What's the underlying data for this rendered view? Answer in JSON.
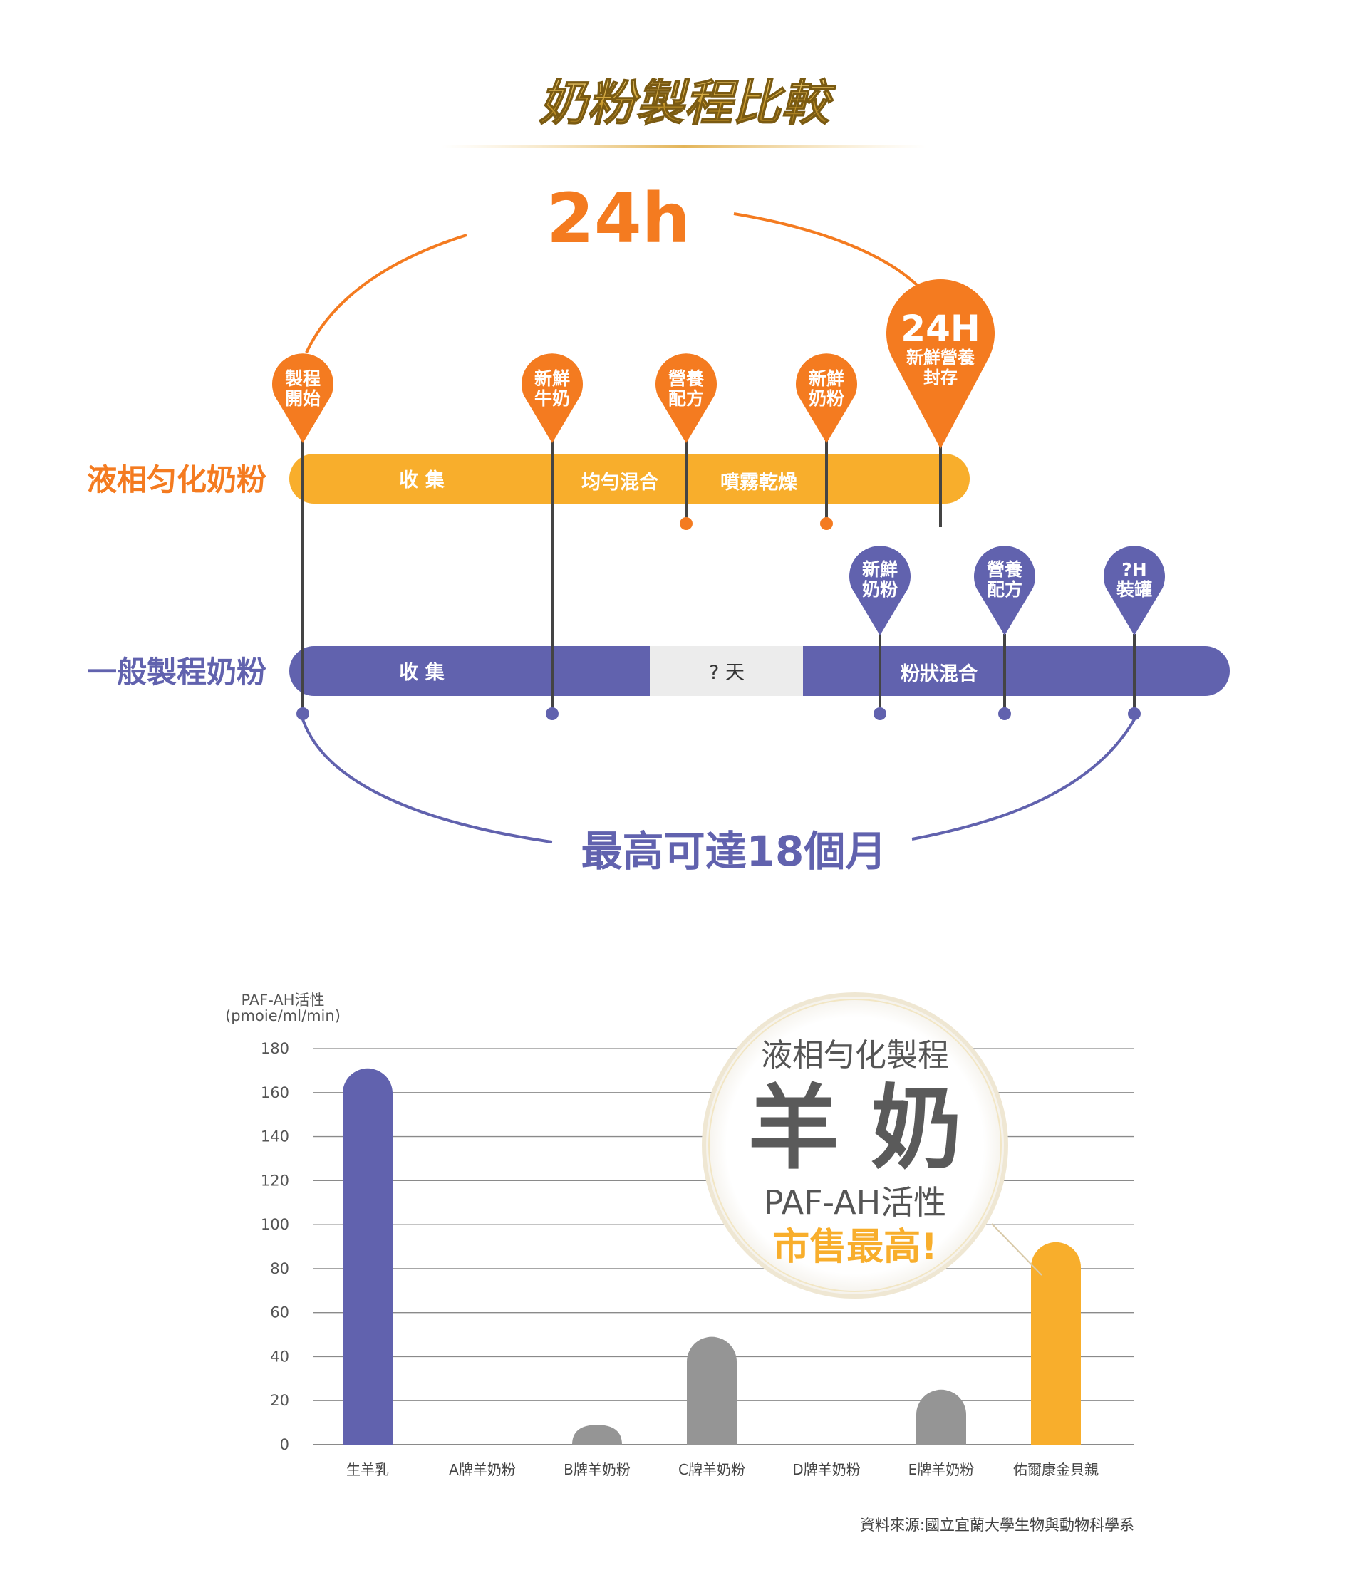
{
  "header": {
    "title": "奶粉製程比較"
  },
  "process": {
    "top_duration": "24h",
    "bottom_duration": "最高可達18個月",
    "liquid": {
      "label": "液相匀化奶粉",
      "stages": [
        "收 集",
        "均勻混合",
        "噴霧乾燥"
      ],
      "pins": [
        {
          "line1": "製程",
          "line2": "開始"
        },
        {
          "line1": "新鮮",
          "line2": "牛奶"
        },
        {
          "line1": "營養",
          "line2": "配方"
        },
        {
          "line1": "新鮮",
          "line2": "奶粉"
        }
      ],
      "final_pin": {
        "big": "24H",
        "line1": "新鮮營養",
        "line2": "封存"
      }
    },
    "general": {
      "label": "一般製程奶粉",
      "stages": [
        "收 集",
        "? 天",
        "粉狀混合"
      ],
      "pins": [
        {
          "line1": "新鮮",
          "line2": "奶粉"
        },
        {
          "line1": "營養",
          "line2": "配方"
        },
        {
          "line1": "?H",
          "line2": "裝罐"
        }
      ]
    }
  },
  "chart_data": {
    "type": "bar",
    "ylabel_line1": "PAF-AH活性",
    "ylabel_line2": "(pmoie/ml/min)",
    "ylim": [
      0,
      180
    ],
    "yticks": [
      "180",
      "160",
      "140",
      "120",
      "100",
      "80",
      "60",
      "40",
      "20",
      "0"
    ],
    "grid": true,
    "categories": [
      "生羊乳",
      "A牌羊奶粉",
      "B牌羊奶粉",
      "C牌羊奶粉",
      "D牌羊奶粉",
      "E牌羊奶粉",
      "佑爾康金貝親"
    ],
    "values": [
      171,
      0,
      9,
      49,
      0,
      25,
      92
    ],
    "bar_colors": [
      "#6162ae",
      "#959595",
      "#959595",
      "#959595",
      "#959595",
      "#959595",
      "#f8ae2c"
    ],
    "source": "資料來源:國立宜蘭大學生物與動物科學系"
  },
  "callout": {
    "line1": "液相勻化製程",
    "big": "羊 奶",
    "line3": "PAF-AH活性",
    "line4": "市售最高!"
  },
  "colors": {
    "orange": "#f47b20",
    "yellow": "#f8ae2c",
    "purple": "#6162ae",
    "gray_bar": "#959595",
    "title_gold": "#b8860b"
  }
}
